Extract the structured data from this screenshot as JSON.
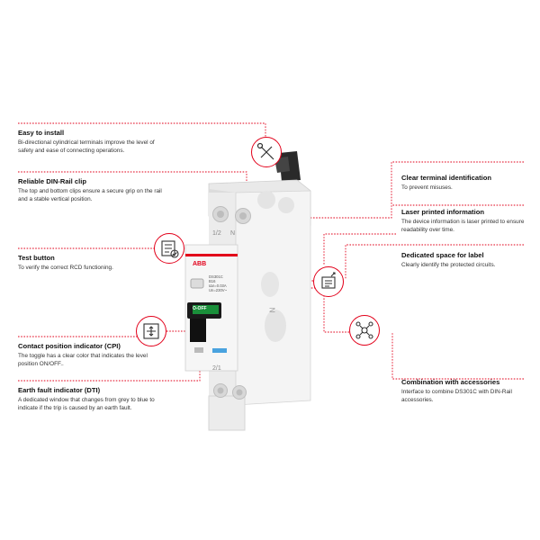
{
  "features": {
    "easy_install": {
      "title": "Easy to install",
      "desc": "Bi-directional cylindrical terminals improve the level of safety and ease of connecting operations."
    },
    "din_rail_clip": {
      "title": "Reliable DIN-Rail clip",
      "desc": "The top and bottom clips ensure a secure grip on the rail and a stable vertical position."
    },
    "test_button": {
      "title": "Test button",
      "desc": "To verify the correct RCD functioning."
    },
    "cpi": {
      "title": "Contact position indicator (CPI)",
      "desc": "The toggle has a clear color that indicates the level position ON/OFF.."
    },
    "dti": {
      "title": "Earth fault indicator (DTI)",
      "desc": "A dedicated window that changes from grey to blue to indicate if the trip is caused by an earth fault."
    },
    "terminal_id": {
      "title": "Clear terminal identification",
      "desc": "To prevent misuses."
    },
    "laser_info": {
      "title": "Laser printed information",
      "desc": "The device information is laser printed to ensure readability over time."
    },
    "label_space": {
      "title": "Dedicated space for label",
      "desc": "Clearly identify the protected circuits."
    },
    "accessories": {
      "title": "Combination with accessories",
      "desc": "Interface to combine DS301C with DIN-Rail accessories."
    }
  },
  "device": {
    "brand": "ABB",
    "model": "DS301C",
    "rating": "B16",
    "sensitivity": "IΔn=0.03A",
    "voltage": "Un=230V~",
    "terminal_top": "1/2",
    "terminal_top_n": "N",
    "terminal_bottom": "2/1",
    "toggle_label": "O-OFF",
    "side_mark": "N"
  },
  "colors": {
    "accent": "#e2001a",
    "toggle_green": "#1a8f3a",
    "body": "#f1f1f1"
  },
  "icons": [
    "tools-icon",
    "checklist-icon",
    "position-indicator-icon",
    "label-tag-icon",
    "accessory-network-icon"
  ]
}
